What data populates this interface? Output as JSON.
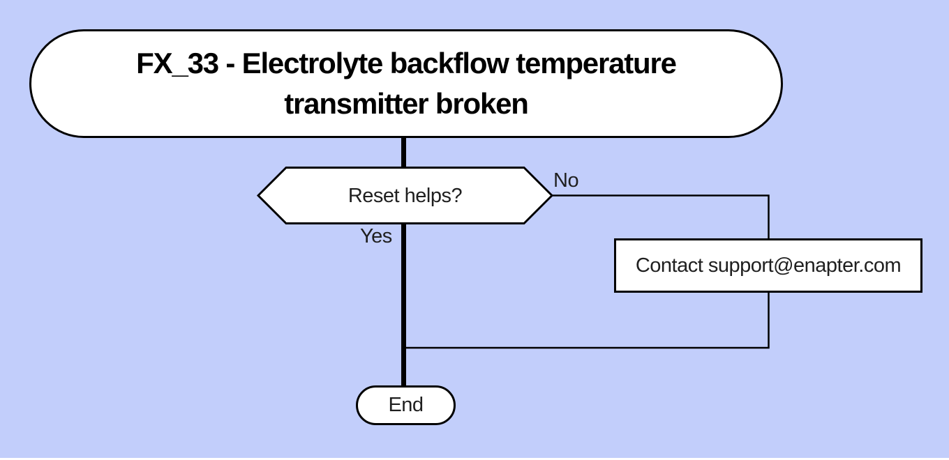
{
  "colors": {
    "background": "#c2cefb",
    "node_fill": "#ffffff",
    "line": "#000000",
    "text": "#1f1f1f"
  },
  "flowchart": {
    "title": "FX_33 - Electrolyte backflow temperature transmitter broken",
    "decision": {
      "label": "Reset helps?",
      "no_label": "No",
      "yes_label": "Yes"
    },
    "action": {
      "label": "Contact support@enapter.com"
    },
    "end": {
      "label": "End"
    }
  }
}
